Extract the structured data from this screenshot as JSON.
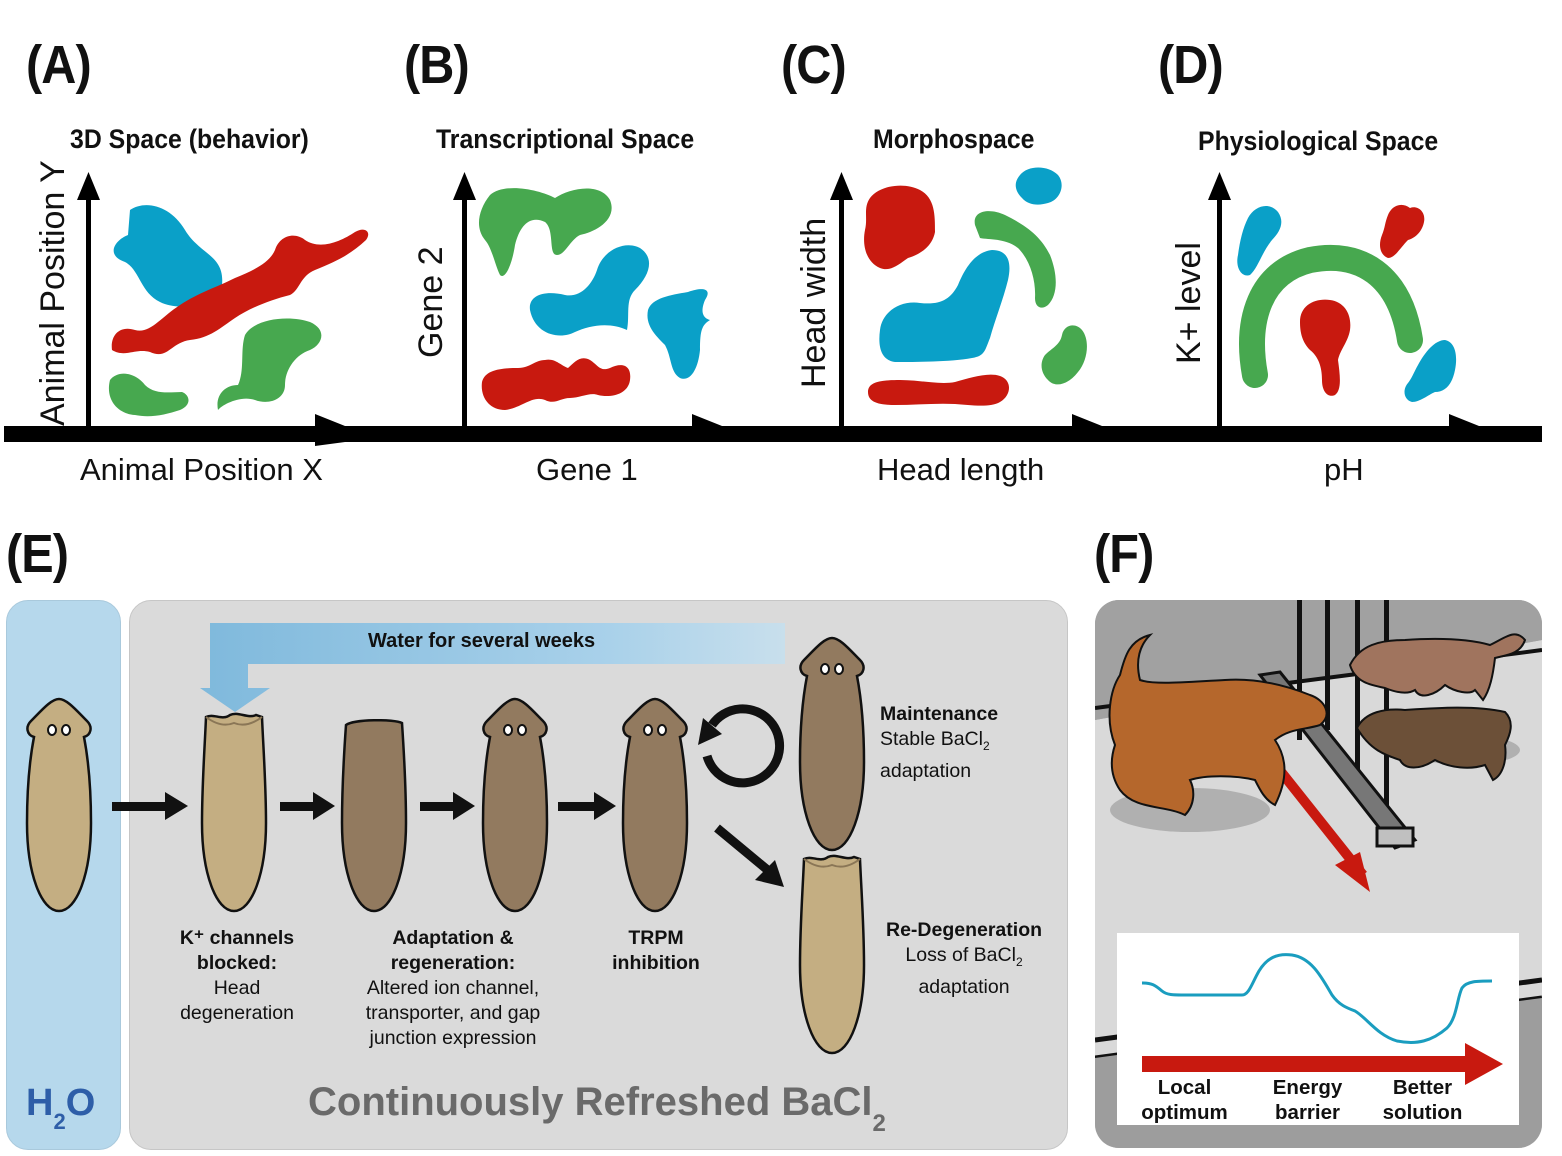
{
  "panels": {
    "A": {
      "letter": "(A)",
      "title": "3D Space (behavior)",
      "xlabel": "Animal Position X",
      "ylabel": "Animal Position Y"
    },
    "B": {
      "letter": "(B)",
      "title": "Transcriptional Space",
      "xlabel": "Gene 1",
      "ylabel": "Gene 2"
    },
    "C": {
      "letter": "(C)",
      "title": "Morphospace",
      "xlabel": "Head length",
      "ylabel": "Head width"
    },
    "D": {
      "letter": "(D)",
      "title": "Physiological Space",
      "xlabel": "pH",
      "ylabel": "K+ level"
    },
    "E": {
      "letter": "(E)",
      "h2o_main": "H",
      "h2o_sub": "2",
      "h2o_end": "O",
      "bacl_main": "Continuously Refreshed BaCl",
      "bacl_sub": "2",
      "water_arrow": "Water for several weeks",
      "steps": [
        {
          "bold1": "K⁺ channels",
          "bold2": "blocked:",
          "line1": "Head",
          "line2": "degeneration"
        },
        {
          "bold1": "Adaptation &",
          "bold2": "regeneration:",
          "line1": "Altered ion channel,",
          "line2": "transporter, and gap",
          "line3": "junction expression"
        },
        {
          "bold1": "TRPM",
          "bold2": "inhibition"
        }
      ],
      "maintenance": {
        "title": "Maintenance",
        "line1": "Stable BaCl",
        "sub": "2",
        "line2": "adaptation"
      },
      "redegeneration": {
        "title": "Re-Degeneration",
        "line1": "Loss of BaCl",
        "sub": "2",
        "line2": "adaptation"
      }
    },
    "F": {
      "letter": "(F)",
      "labels": [
        {
          "line1": "Local",
          "line2": "optimum"
        },
        {
          "line1": "Energy",
          "line2": "barrier"
        },
        {
          "line1": "Better",
          "line2": "solution"
        }
      ]
    }
  },
  "colors": {
    "blue": "#0aa0c8",
    "red": "#c8190f",
    "green": "#47a84f",
    "worm_light": "#c4ae82",
    "worm_dark": "#927a5f",
    "h2o_bg": "#b6d8ec",
    "bacl_bg": "#dadada",
    "curve": "#1a9dbf",
    "arrow_red": "#c8190f"
  }
}
